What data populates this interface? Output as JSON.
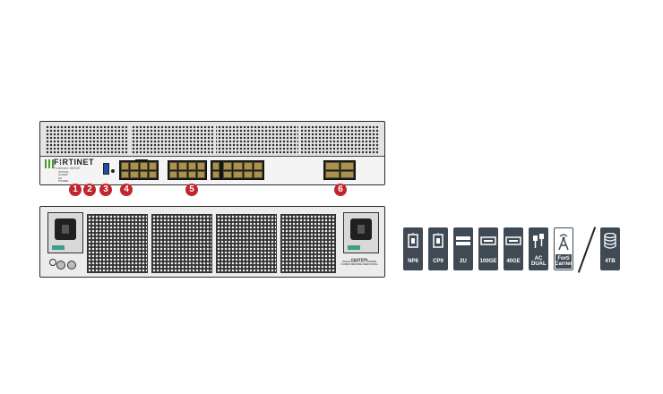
{
  "front_panel": {
    "brand": "F⁞RTINET",
    "model": "FortiGate 3600E",
    "led_labels": [
      "STATUS",
      "ALARM",
      "HA",
      "POWER"
    ]
  },
  "callouts": [
    {
      "number": "1"
    },
    {
      "number": "2"
    },
    {
      "number": "3"
    },
    {
      "number": "4"
    },
    {
      "number": "5"
    },
    {
      "number": "6"
    }
  ],
  "rear_panel": {
    "caution_title": "CAUTION",
    "caution_text": "DISCONNECT ALL POWER CORDS BEFORE SERVICING"
  },
  "features": [
    {
      "label": "NP6",
      "icon": "np-chip-icon"
    },
    {
      "label": "CP9",
      "icon": "cp-chip-icon"
    },
    {
      "label": "2U",
      "icon": "rack-unit-icon"
    },
    {
      "label": "100GE",
      "icon": "port-icon"
    },
    {
      "label": "40GE",
      "icon": "port-icon"
    },
    {
      "label": "AC DUAL",
      "icon": "power-plug-icon"
    },
    {
      "label": "Forti Carrier",
      "icon": "antenna-icon"
    },
    {
      "label": "4TB",
      "icon": "storage-icon"
    }
  ],
  "colors": {
    "callout_red": "#c0262d",
    "icon_dark": "#3f4a54",
    "brand_green": "#4a9a2e",
    "sfp_gold": "#a89252"
  }
}
